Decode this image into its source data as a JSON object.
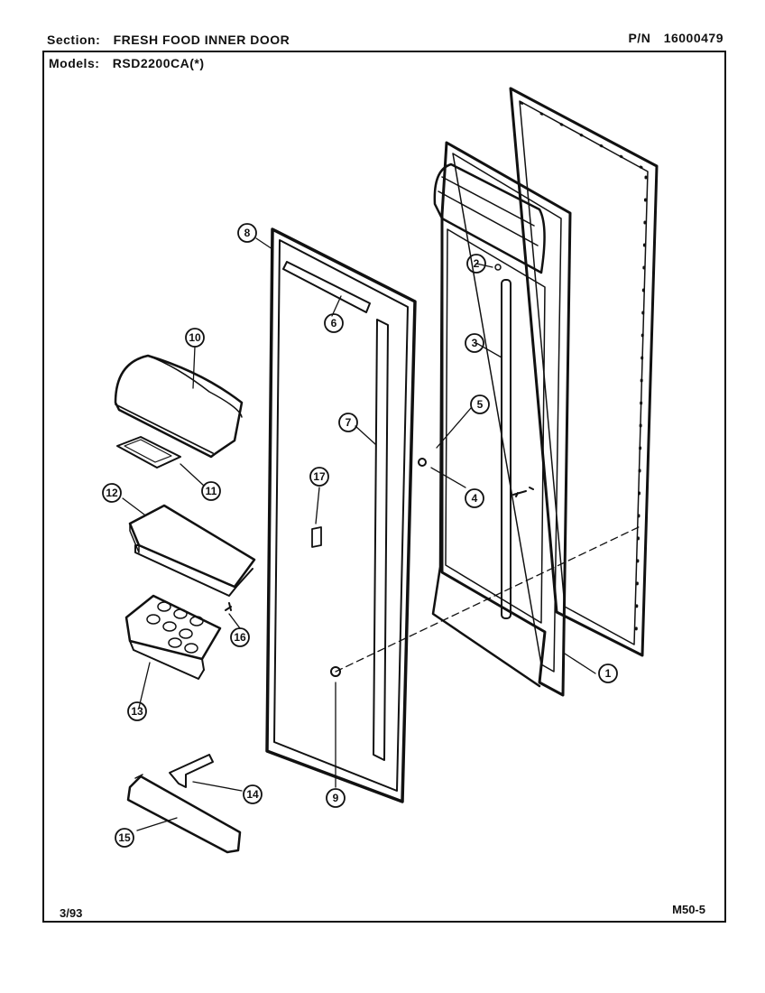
{
  "header": {
    "section_label": "Section:",
    "section_value": "FRESH FOOD INNER DOOR",
    "pn_label": "P/N",
    "pn_value": "16000479",
    "models_label": "Models:",
    "models_value": "RSD2200CA(*)"
  },
  "footer": {
    "date": "3/93",
    "code": "M50-5"
  },
  "callouts": [
    "1",
    "2",
    "3",
    "4",
    "5",
    "6",
    "7",
    "8",
    "9",
    "10",
    "11",
    "12",
    "13",
    "14",
    "15",
    "16",
    "17"
  ]
}
